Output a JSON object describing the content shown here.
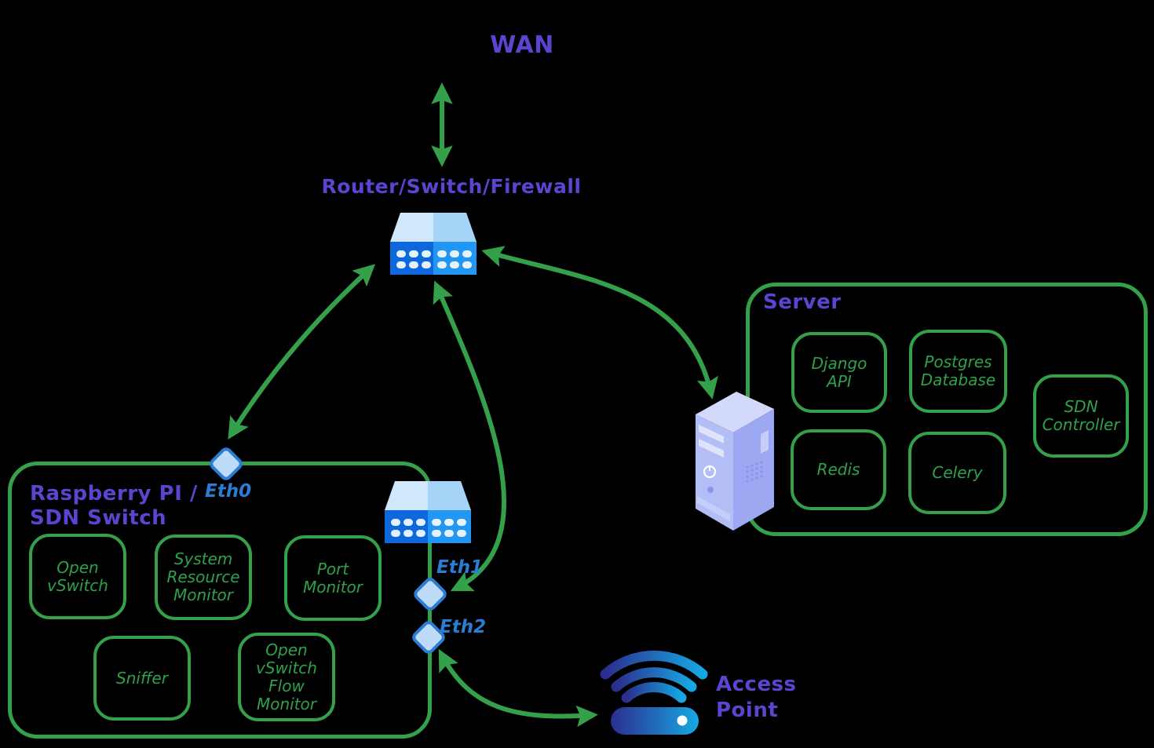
{
  "colors": {
    "background": "#000000",
    "green_line": "#34a04a",
    "green_text": "#2fa14b",
    "purple_label": "#5b45d0",
    "eth_label_blue": "#2b7cd3",
    "diamond_fill": "#bedcf8",
    "switch_body_left": "#0d68dd",
    "switch_body_right": "#2196f3",
    "switch_top_left": "#cfe8fb",
    "switch_top_right": "#a6d4f6",
    "tower_fill": "#b3bdf6",
    "access_point_gradient": [
      "#2b2e8e",
      "#17a8e3"
    ]
  },
  "wan": {
    "label": "WAN"
  },
  "router": {
    "label": "Router/Switch/Firewall"
  },
  "server": {
    "label": "Server",
    "components": [
      "Django API",
      "Postgres Database",
      "SDN Controller",
      "Redis",
      "Celery"
    ]
  },
  "raspberry": {
    "label": "Raspberry PI / SDN Switch",
    "components": [
      "Open vSwitch",
      "System Resource Monitor",
      "Port Monitor",
      "Sniffer",
      "Open vSwitch Flow Monitor"
    ]
  },
  "interfaces": {
    "eth0": "Eth0",
    "eth1": "Eth1",
    "eth2": "Eth2"
  },
  "access_point": {
    "label": "Access Point"
  },
  "icons": [
    "router-switch-icon",
    "sdn-switch-icon",
    "server-tower-icon",
    "access-point-icon",
    "eth0-diamond",
    "eth1-diamond",
    "eth2-diamond"
  ],
  "connections": [
    {
      "from": "WAN",
      "to": "Router/Switch/Firewall",
      "bidirectional": true
    },
    {
      "from": "Router/Switch/Firewall",
      "to": "Eth0",
      "bidirectional": true
    },
    {
      "from": "Router/Switch/Firewall",
      "to": "Eth1",
      "bidirectional": true
    },
    {
      "from": "Router/Switch/Firewall",
      "to": "Server",
      "bidirectional": true
    },
    {
      "from": "Eth2",
      "to": "Access Point",
      "bidirectional": true
    }
  ]
}
